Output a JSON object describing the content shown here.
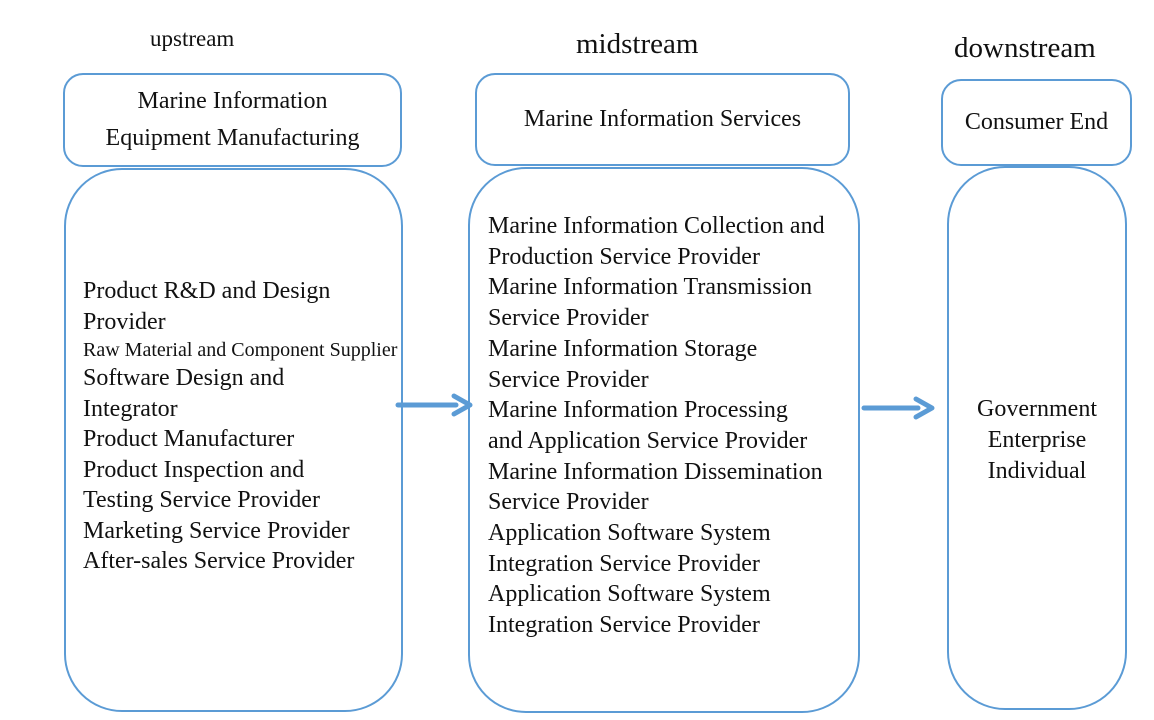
{
  "stages": {
    "upstream": {
      "label": "upstream",
      "header": "Marine Information Equipment Manufacturing",
      "items": [
        "Product R&D and Design Provider",
        "Raw Material and Component Supplier",
        "Software Design and Integrator",
        "Product Manufacturer",
        "Product Inspection and Testing Service Provider",
        "Marketing Service Provider",
        "After-sales Service Provider"
      ]
    },
    "midstream": {
      "label": "midstream",
      "header": "Marine Information Services",
      "items": [
        "Marine Information Collection and Production Service Provider",
        "Marine Information Transmission Service Provider",
        "Marine Information Storage Service Provider",
        "Marine Information Processing and Application Service Provider",
        "Marine Information Dissemination Service Provider",
        "Application Software System Integration Service Provider",
        "Application Software System Integration Service Provider"
      ]
    },
    "downstream": {
      "label": "downstream",
      "header": "Consumer End",
      "items": [
        "Government",
        "Enterprise",
        "Individual"
      ]
    }
  },
  "colors": {
    "border": "#5b9bd5",
    "arrow": "#5b9bd5",
    "text": "#111111"
  }
}
